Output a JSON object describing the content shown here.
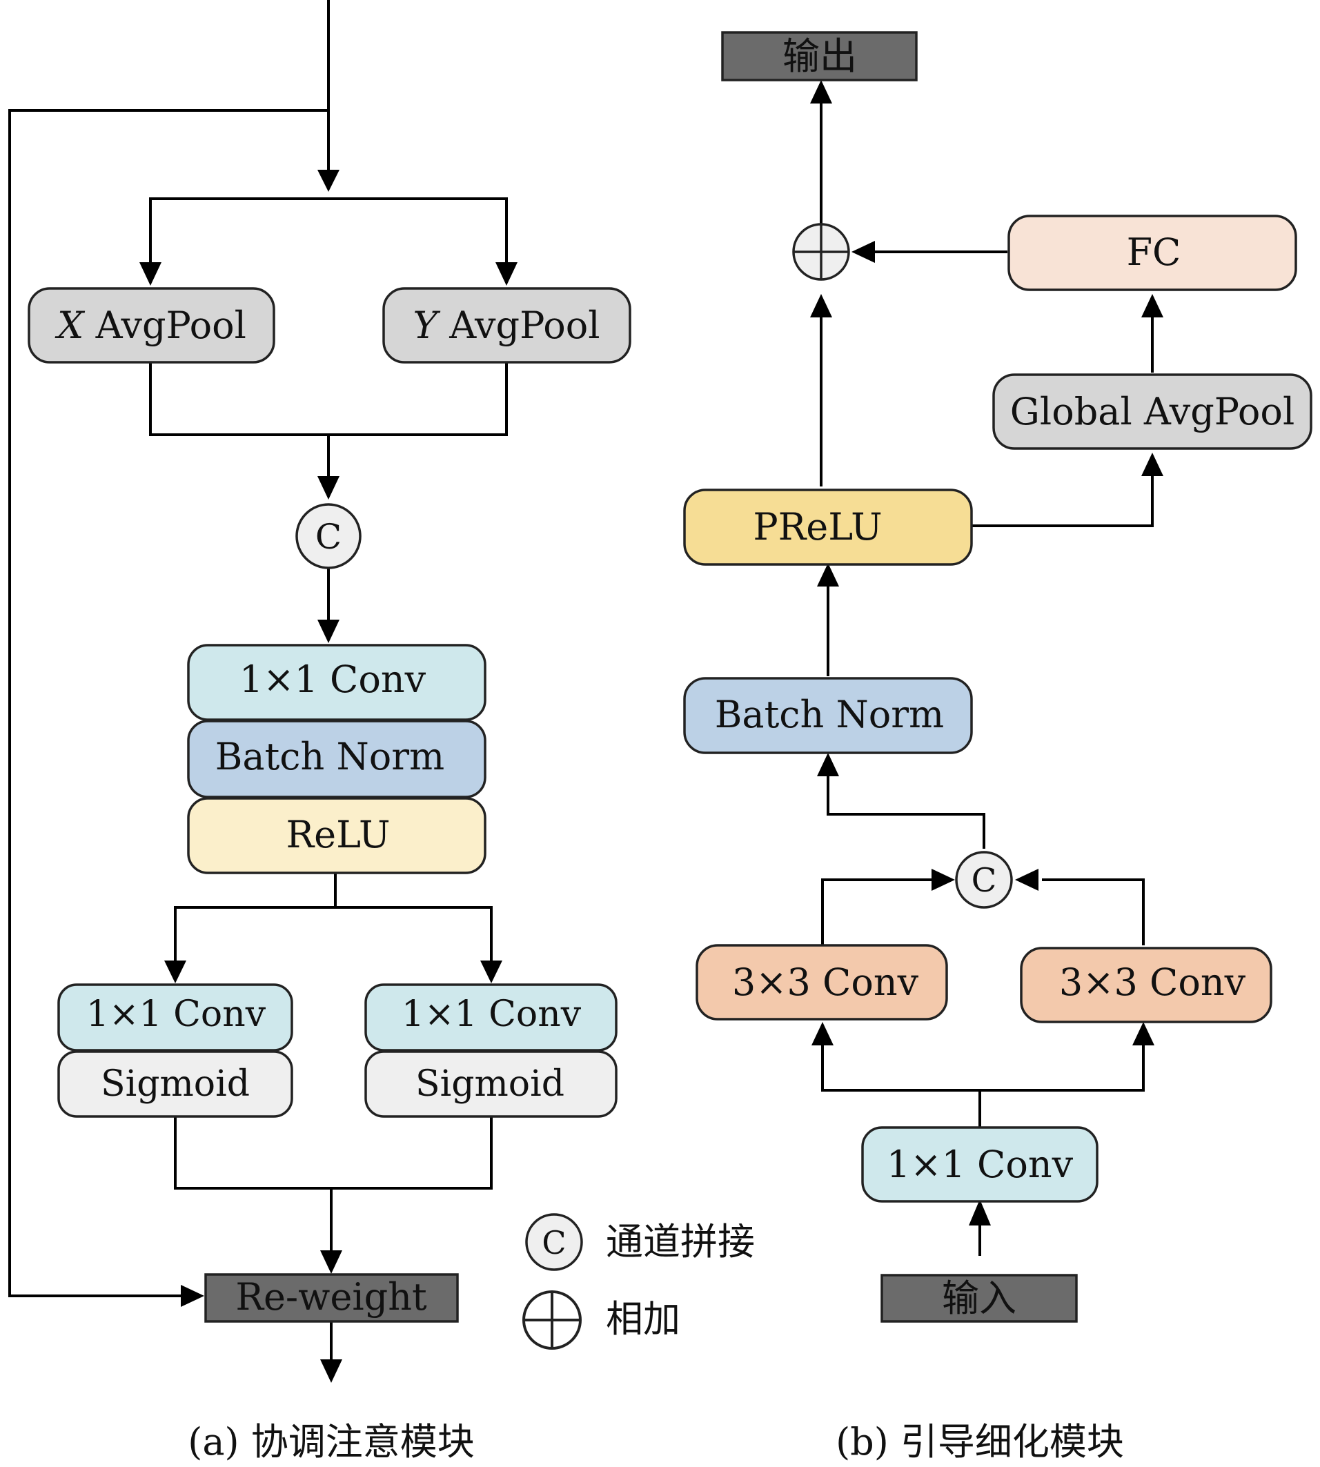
{
  "panel_a": {
    "caption": "(a) 协调注意模块",
    "x_pool": {
      "var": "X",
      "text": " AvgPool"
    },
    "y_pool": {
      "var": "Y",
      "text": " AvgPool"
    },
    "concat_symbol": "C",
    "conv1x1": "1×1 Conv",
    "batch_norm": "Batch Norm",
    "relu": "ReLU",
    "left_conv": "1×1 Conv",
    "left_sigmoid": "Sigmoid",
    "right_conv": "1×1 Conv",
    "right_sigmoid": "Sigmoid",
    "reweight": "Re-weight"
  },
  "panel_b": {
    "caption": "(b) 引导细化模块",
    "output": "输出",
    "input": "输入",
    "fc": "FC",
    "global_avgpool": "Global AvgPool",
    "prelu": "PReLU",
    "batch_norm": "Batch Norm",
    "concat_symbol": "C",
    "conv3x3_left": "3×3 Conv",
    "conv3x3_right": "3×3 Conv",
    "conv1x1": "1×1 Conv"
  },
  "legend": {
    "concat_symbol": "C",
    "concat_label": "通道拼接",
    "add_label": "相加"
  },
  "colors": {
    "pool_gray": "#d6d6d6",
    "conv_cyan": "#cfe8ec",
    "bn_blue": "#bcd1e6",
    "relu_yellow": "#fbefcb",
    "sigmoid_light": "#efefef",
    "dark_block": "#6b6b6b",
    "fc_peach": "#f8e3d6",
    "prelu_yellow": "#f6dd95",
    "conv3_orange": "#f3c9ac",
    "node_fill": "#efefef"
  }
}
